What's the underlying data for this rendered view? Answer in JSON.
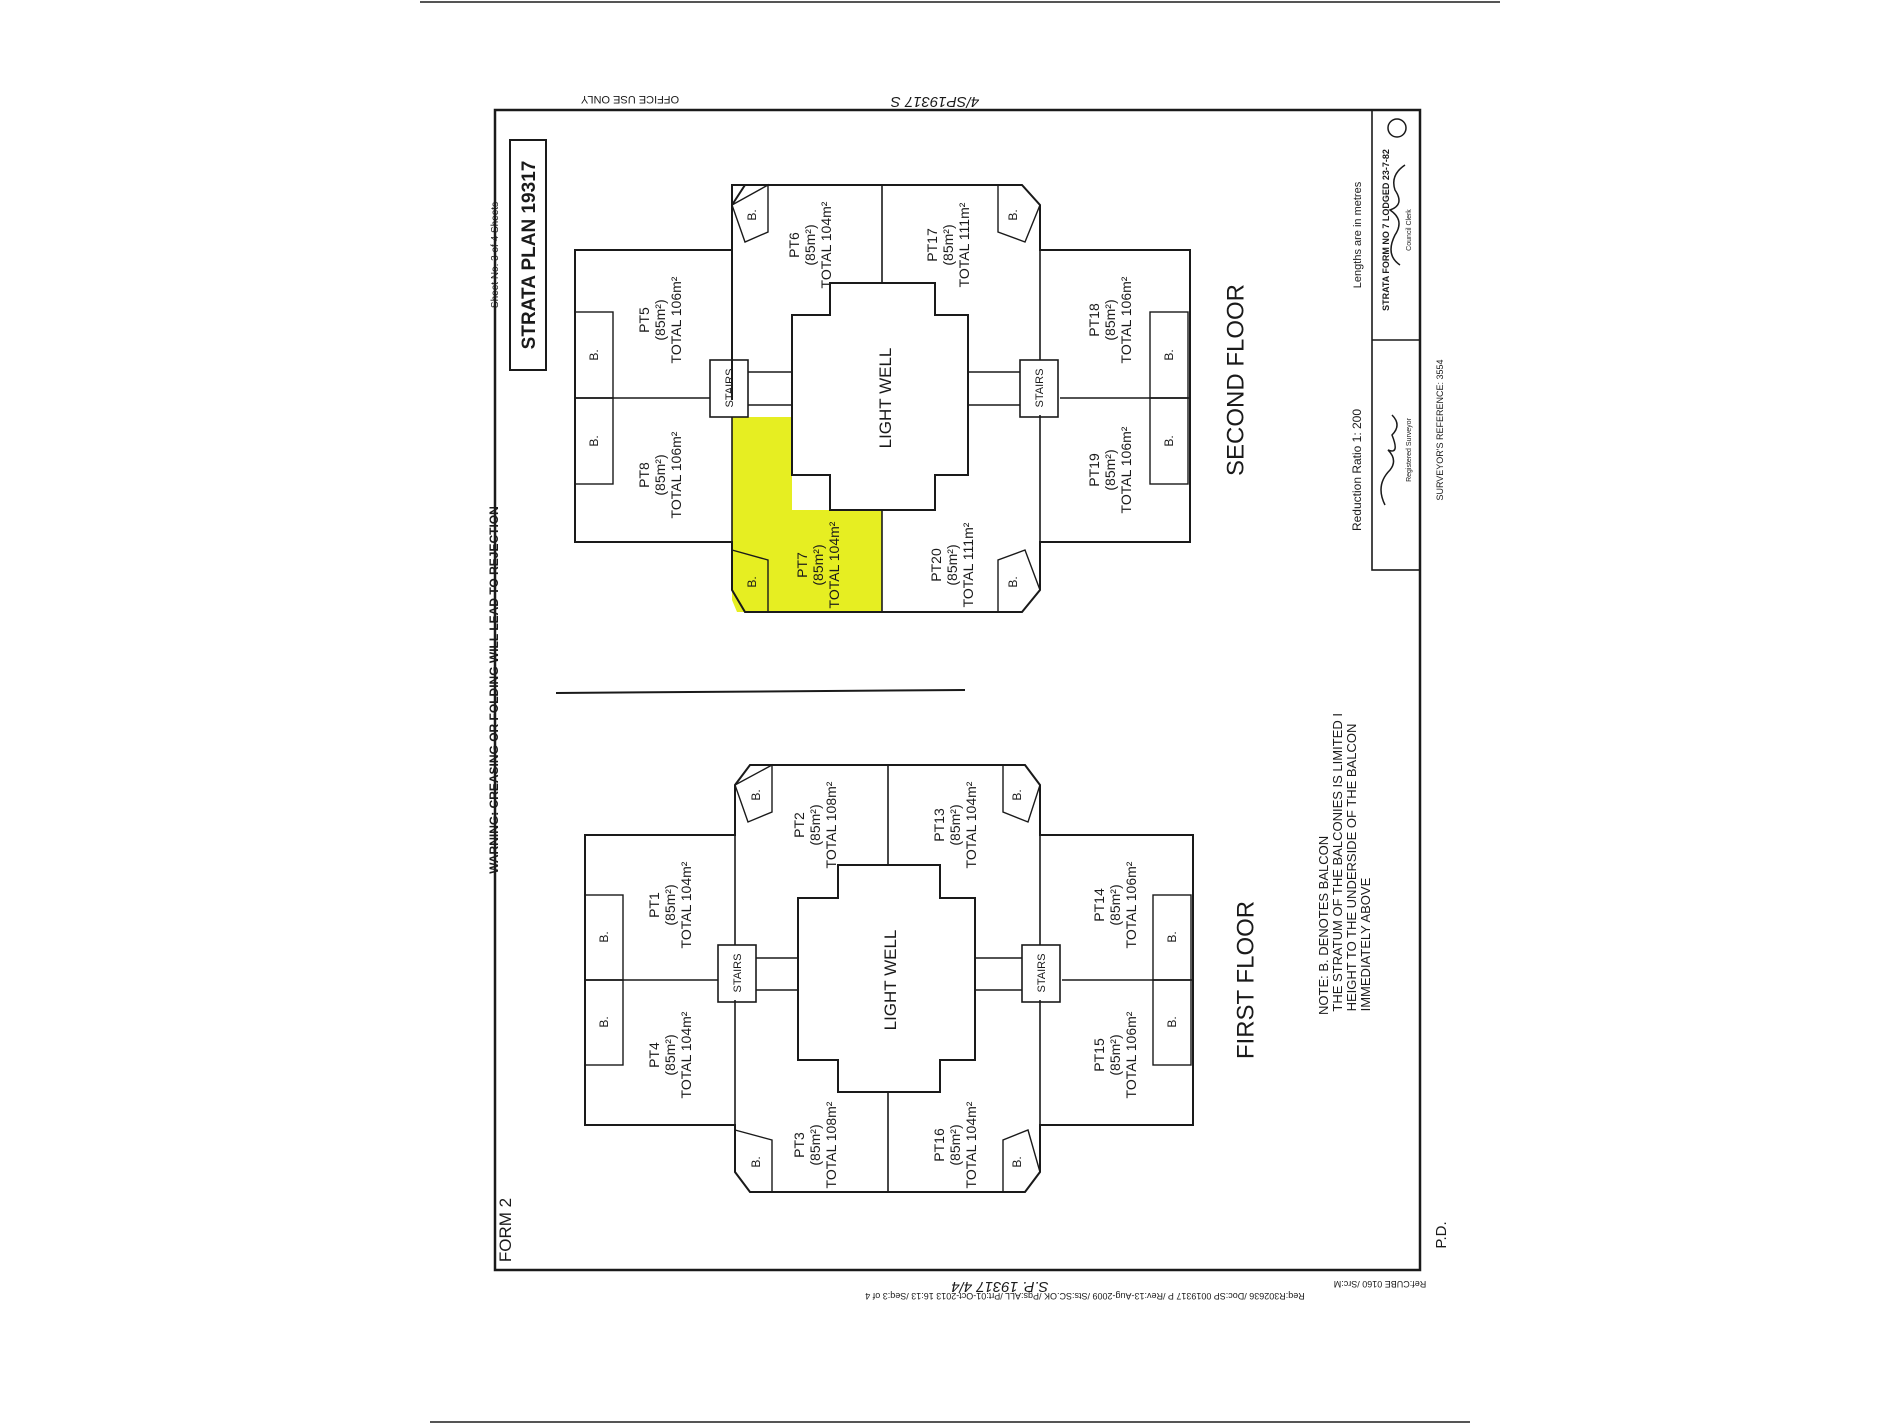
{
  "document": {
    "form_label": "FORM 2",
    "pd_mark": "P.D.",
    "office_use_only": "OFFICE USE ONLY",
    "handwritten_ref_top": "4/SP19317 S",
    "handwritten_ref_bottom": "S.P. 19317 4/4",
    "plan_title": "STRATA PLAN 19317",
    "sheet_text": "Sheet No. 3 of 4 Sheets",
    "warning": "WARNING: CREASING OR FOLDING WILL LEAD TO REJECTION",
    "reduction_ratio": "Reduction Ratio 1: 200",
    "lengths_note": "Lengths are in metres",
    "strata_form_note": "STRATA FORM NO 7 LODGED 23-7-82",
    "surveyor_reference": "SURVEYOR'S REFERENCE: 3554",
    "registered_surveyor_caption": "Registered Surveyor",
    "council_clerk_caption": "Council Clerk",
    "balcony_note": "NOTE: B. DENOTES BALCONY THE STRATUM OF THE BALCONIES IS LIMITED IN HEIGHT TO THE UNDERSIDE OF THE BALCONY IMMEDIATELY ABOVE",
    "scanner_footer": "Req:R302636 /Doc:SP 0019317 P /Rev:13-Aug-2009 /Sts:SC.OK /Pgs:ALL /Prt:01-Oct-2013 16:13 /Seq:3 of 4",
    "scanner_footer_2": "Ref:CUBE 0160 /Src:M"
  },
  "floors": {
    "second": {
      "label": "SECOND FLOOR",
      "light_well": "LIGHT WELL",
      "stairs": "STAIRS",
      "balcony": "B.",
      "lots": {
        "pt5": {
          "name": "PT5",
          "area": "(85m²)",
          "total": "TOTAL 106m²"
        },
        "pt6": {
          "name": "PT6",
          "area": "(85m²)",
          "total": "TOTAL 104m²"
        },
        "pt7": {
          "name": "PT7",
          "area": "(85m²)",
          "total": "TOTAL 104m²"
        },
        "pt8": {
          "name": "PT8",
          "area": "(85m²)",
          "total": "TOTAL 106m²"
        },
        "pt17": {
          "name": "PT17",
          "area": "(85m²)",
          "total": "TOTAL 111m²"
        },
        "pt18": {
          "name": "PT18",
          "area": "(85m²)",
          "total": "TOTAL 106m²"
        },
        "pt19": {
          "name": "PT19",
          "area": "(85m²)",
          "total": "TOTAL 106m²"
        },
        "pt20": {
          "name": "PT20",
          "area": "(85m²)",
          "total": "TOTAL 111m²"
        }
      }
    },
    "first": {
      "label": "FIRST FLOOR",
      "light_well": "LIGHT WELL",
      "stairs": "STAIRS",
      "balcony": "B.",
      "lots": {
        "pt1": {
          "name": "PT1",
          "area": "(85m²)",
          "total": "TOTAL 104m²"
        },
        "pt2": {
          "name": "PT2",
          "area": "(85m²)",
          "total": "TOTAL 108m²"
        },
        "pt3": {
          "name": "PT3",
          "area": "(85m²)",
          "total": "TOTAL 108m²"
        },
        "pt4": {
          "name": "PT4",
          "area": "(85m²)",
          "total": "TOTAL 104m²"
        },
        "pt13": {
          "name": "PT13",
          "area": "(85m²)",
          "total": "TOTAL 104m²"
        },
        "pt14": {
          "name": "PT14",
          "area": "(85m²)",
          "total": "TOTAL 106m²"
        },
        "pt15": {
          "name": "PT15",
          "area": "(85m²)",
          "total": "TOTAL 106m²"
        },
        "pt16": {
          "name": "PT16",
          "area": "(85m²)",
          "total": "TOTAL 104m²"
        }
      }
    }
  },
  "highlight_color": "#e6ee22"
}
